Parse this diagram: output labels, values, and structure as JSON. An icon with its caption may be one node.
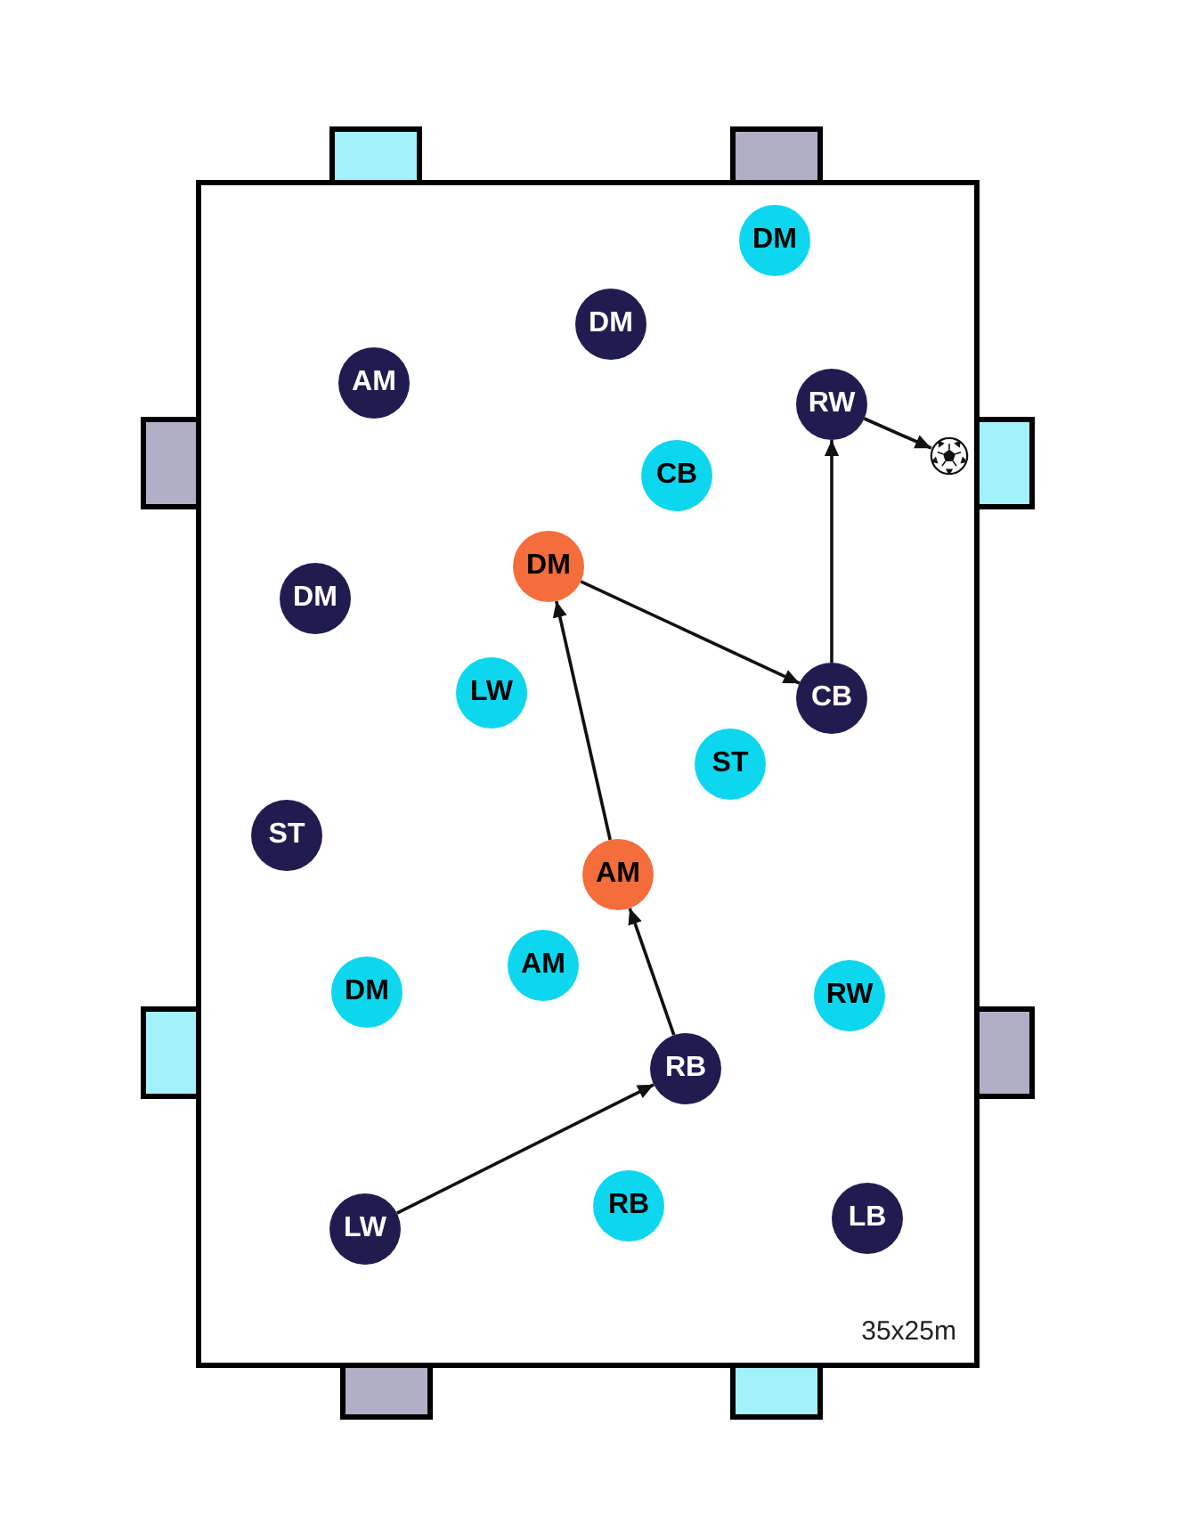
{
  "diagram": {
    "nodes": [
      {
        "text": [
          "35x25m"
        ]
      },
      {
        "text": [
          "DM"
        ],
        "in": 0
      },
      {
        "text": [
          "DM"
        ],
        "in": 0
      },
      {
        "text": [
          "AM"
        ],
        "in": 0
      },
      {
        "text": [
          "RW"
        ],
        "in": 0
      },
      {
        "text": [],
        "shape": "ball",
        "in": 0
      },
      {
        "text": [
          "CB"
        ],
        "in": 0
      },
      {
        "text": [
          "DM"
        ],
        "in": 0
      },
      {
        "text": [
          "DM"
        ],
        "in": 0
      },
      {
        "text": [
          "LW"
        ],
        "in": 0
      },
      {
        "text": [
          "CB"
        ],
        "in": 0
      },
      {
        "text": [
          "ST"
        ],
        "in": 0
      },
      {
        "text": [
          "ST"
        ],
        "in": 0
      },
      {
        "text": [
          "AM"
        ],
        "in": 0
      },
      {
        "text": [
          "AM"
        ],
        "in": 0
      },
      {
        "text": [
          "DM"
        ],
        "in": 0
      },
      {
        "text": [
          "RW"
        ],
        "in": 0
      },
      {
        "text": [
          "RB"
        ],
        "in": 0
      },
      {
        "text": [
          "RB"
        ],
        "in": 0
      },
      {
        "text": [
          "LB"
        ],
        "in": 0
      },
      {
        "text": [
          "LW"
        ],
        "in": 0
      }
    ],
    "edges": [
      {
        "from": 20,
        "to": 17,
        "arrow": "to"
      },
      {
        "from": 17,
        "to": 13,
        "arrow": "to"
      },
      {
        "from": 13,
        "to": 7,
        "arrow": "to"
      },
      {
        "from": 7,
        "to": 10,
        "arrow": "to"
      },
      {
        "from": 10,
        "to": 4,
        "arrow": "to"
      },
      {
        "from": 4,
        "to": 5,
        "arrow": "to"
      }
    ]
  }
}
